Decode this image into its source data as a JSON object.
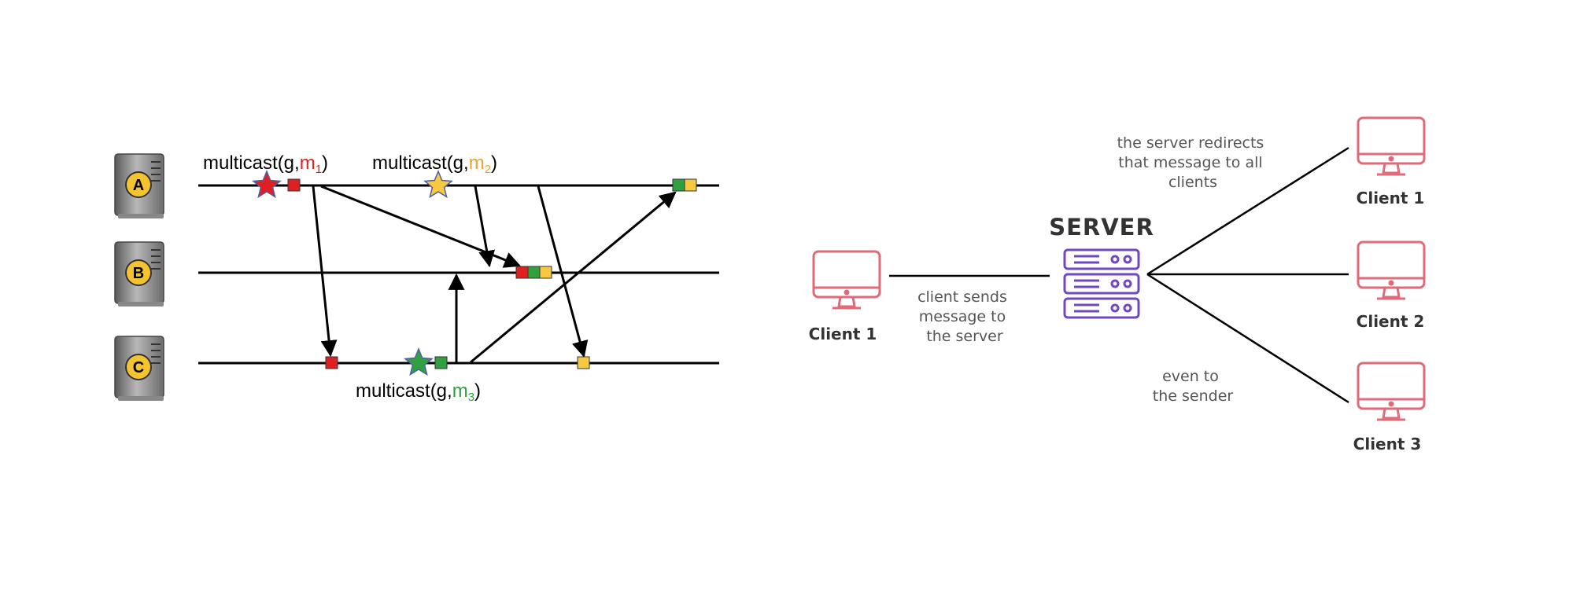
{
  "colors": {
    "red": "#e02020",
    "orange": "#f0a030",
    "green": "#30a040",
    "yellow": "#f7c840",
    "client_pink": "#e06b78",
    "server_purple": "#7048c0",
    "node_badge": "#f4c430"
  },
  "left_diagram": {
    "nodes": [
      {
        "id": "A",
        "label": "A"
      },
      {
        "id": "B",
        "label": "B"
      },
      {
        "id": "C",
        "label": "C"
      }
    ],
    "multicasts": [
      {
        "prefix": "multicast(g,",
        "msg": "m",
        "sub": "1",
        "suffix": ")",
        "color": "red"
      },
      {
        "prefix": "multicast(g,",
        "msg": "m",
        "sub": "2",
        "suffix": ")",
        "color": "orange"
      },
      {
        "prefix": "multicast(g,",
        "msg": "m",
        "sub": "3",
        "suffix": ")",
        "color": "green"
      }
    ]
  },
  "right_diagram": {
    "server_label": "SERVER",
    "sender_label": "Client 1",
    "receivers": [
      {
        "label": "Client 1"
      },
      {
        "label": "Client 2"
      },
      {
        "label": "Client 3"
      }
    ],
    "notes": {
      "send": [
        "client sends",
        "message to",
        "the server"
      ],
      "redirect": [
        "the server redirects",
        "that message to all",
        "clients"
      ],
      "even": [
        "even to",
        "the sender"
      ]
    }
  }
}
